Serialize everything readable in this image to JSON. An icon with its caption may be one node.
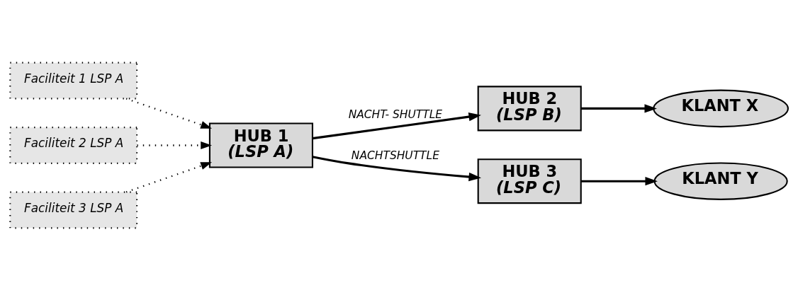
{
  "diagram": {
    "nodes": [
      {
        "text": [
          "KLANT X"
        ]
      },
      {
        "text": [
          "HUB 2",
          "(LSP B)"
        ]
      },
      {
        "text": [
          "Faciliteit 1 LSP A"
        ]
      },
      {
        "text": [
          "HUB 1",
          "(LSP A)"
        ]
      },
      {
        "text": [
          "HUB 3",
          "(LSP C)"
        ]
      },
      {
        "text": [
          "Faciliteit 2 LSP A"
        ]
      },
      {
        "text": [
          "Faciliteit 3 LSP A"
        ]
      },
      {
        "text": [
          "KLANT Y"
        ]
      }
    ],
    "edges": [
      {
        "from": 2,
        "to": 3,
        "arrow": "to",
        "style": "dashed"
      },
      {
        "from": 5,
        "to": 3,
        "arrow": "to",
        "style": "dashed"
      },
      {
        "from": 6,
        "to": 3,
        "arrow": "to",
        "style": "dashed"
      },
      {
        "from": 3,
        "to": 1,
        "arrow": "to",
        "label": "NACHT- SHUTTLE"
      },
      {
        "from": 3,
        "to": 4,
        "arrow": "to",
        "label": "NACHTSHUTTLE"
      },
      {
        "from": 1,
        "to": 0,
        "arrow": "to"
      },
      {
        "from": 4,
        "to": 7,
        "arrow": "to"
      }
    ]
  }
}
